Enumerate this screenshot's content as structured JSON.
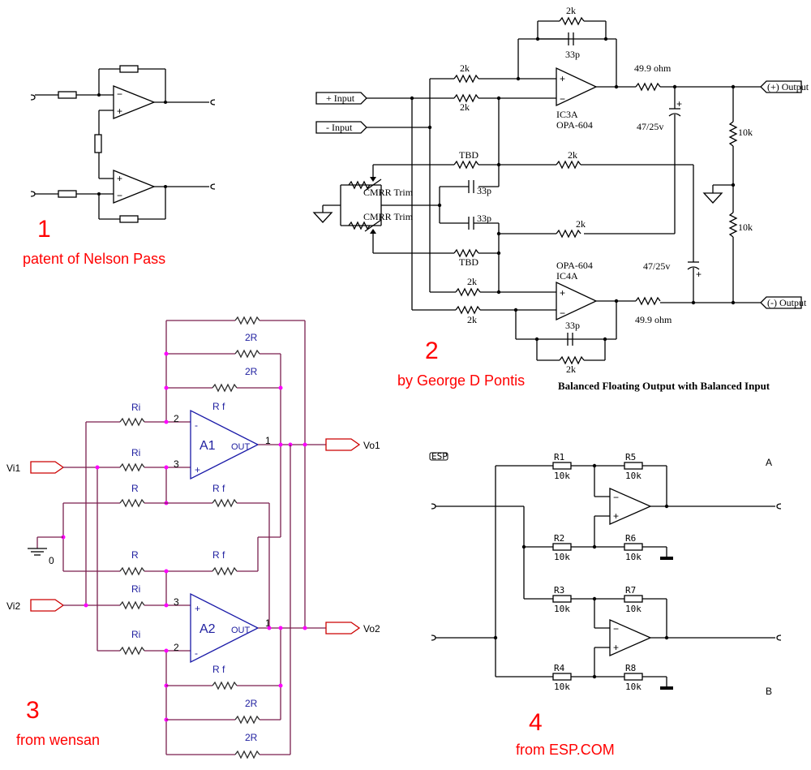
{
  "circuit1": {
    "number": "1",
    "caption": "patent of Nelson Pass"
  },
  "circuit2": {
    "number": "2",
    "caption": "by George D Pontis",
    "title": "Balanced Floating Output with Balanced Input",
    "labels": {
      "plus_input": "+ Input",
      "minus_input": "- Input",
      "plus_output": "(+) Output",
      "minus_output": "(-) Output",
      "ic3a": "IC3A",
      "opa604_top": "OPA-604",
      "opa604_bot": "OPA-604",
      "ic4a": "IC4A",
      "r_2k_fb_top": "2k",
      "c_33p_top": "33p",
      "r_2k_a": "2k",
      "r_2k_b": "2k",
      "r_out_top": "49.9 ohm",
      "cap_top": "47/25v",
      "r_10k_top": "10k",
      "r_10k_bot": "10k",
      "tbd_top": "TBD",
      "tbd_bot": "TBD",
      "cmrr_top": "CMRR Trim",
      "cmrr_bot": "CMRR Trim",
      "c_33p_mid_top": "33p",
      "c_33p_mid_bot": "33p",
      "r_2k_mid_top": "2k",
      "r_2k_mid_bot": "2k",
      "cap_bot": "47/25v",
      "r_2k_c": "2k",
      "r_2k_d": "2k",
      "r_out_bot": "49.9 ohm",
      "c_33p_bot": "33p",
      "r_2k_fb_bot": "2k"
    }
  },
  "circuit3": {
    "number": "3",
    "caption": "from wensan",
    "labels": {
      "vi1": "Vi1",
      "vi2": "Vi2",
      "vo1": "Vo1",
      "vo2": "Vo2",
      "a1": "A1",
      "a2": "A2",
      "out1": "OUT",
      "out2": "OUT",
      "ri1": "Ri",
      "ri2": "Ri",
      "ri3": "Ri",
      "ri4": "Ri",
      "rf1": "R f",
      "rf2": "R f",
      "rf3": "R f",
      "rf4": "R f",
      "r1": "R",
      "r2": "R",
      "r2r_1": "2R",
      "r2r_2": "2R",
      "r2r_3": "2R",
      "r2r_4": "2R",
      "pin2_top": "2",
      "pin3_top": "3",
      "pin1_top": "1",
      "pin3_bot": "3",
      "pin2_bot": "2",
      "pin1_bot": "1",
      "gnd": "0",
      "minus": "-",
      "plus": "+"
    }
  },
  "circuit4": {
    "number": "4",
    "caption": "from ESP.COM",
    "labels": {
      "logo": "ESP",
      "a": "A",
      "b": "B",
      "r1": "R1",
      "r2": "R2",
      "r3": "R3",
      "r4": "R4",
      "r5": "R5",
      "r6": "R6",
      "r7": "R7",
      "r8": "R8",
      "val": "10k"
    }
  }
}
